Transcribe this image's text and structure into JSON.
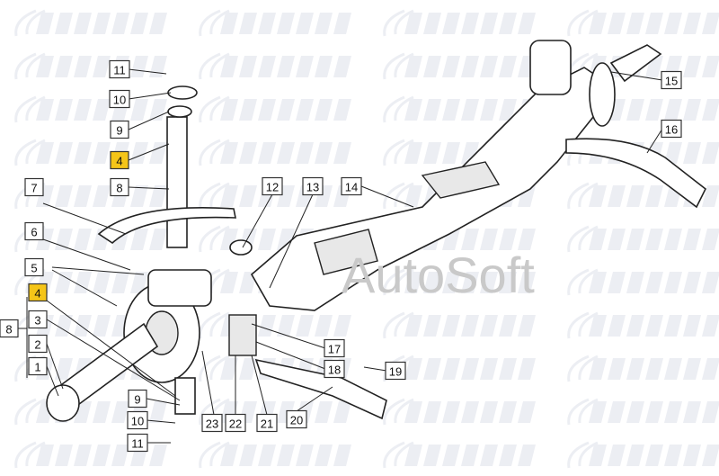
{
  "watermark": {
    "text": "ТРАКТ-ОВ",
    "brand": "AutoSoft"
  },
  "colors": {
    "highlight": "#f5c518",
    "line": "#222222"
  },
  "callouts": [
    {
      "id": "c11a",
      "text": "11",
      "highlight": false
    },
    {
      "id": "c10a",
      "text": "10",
      "highlight": false
    },
    {
      "id": "c9a",
      "text": "9",
      "highlight": false
    },
    {
      "id": "c4a",
      "text": "4",
      "highlight": true
    },
    {
      "id": "c8a",
      "text": "8",
      "highlight": false
    },
    {
      "id": "c7",
      "text": "7",
      "highlight": false
    },
    {
      "id": "c6",
      "text": "6",
      "highlight": false
    },
    {
      "id": "c5",
      "text": "5",
      "highlight": false
    },
    {
      "id": "c4b",
      "text": "4",
      "highlight": true
    },
    {
      "id": "c3",
      "text": "3",
      "highlight": false
    },
    {
      "id": "c8b",
      "text": "8",
      "highlight": false
    },
    {
      "id": "c2",
      "text": "2",
      "highlight": false
    },
    {
      "id": "c1",
      "text": "1",
      "highlight": false
    },
    {
      "id": "c12",
      "text": "12",
      "highlight": false
    },
    {
      "id": "c13",
      "text": "13",
      "highlight": false
    },
    {
      "id": "c14",
      "text": "14",
      "highlight": false
    },
    {
      "id": "c15",
      "text": "15",
      "highlight": false
    },
    {
      "id": "c16",
      "text": "16",
      "highlight": false
    },
    {
      "id": "c17",
      "text": "17",
      "highlight": false
    },
    {
      "id": "c18",
      "text": "18",
      "highlight": false
    },
    {
      "id": "c19",
      "text": "19",
      "highlight": false
    },
    {
      "id": "c20",
      "text": "20",
      "highlight": false
    },
    {
      "id": "c21",
      "text": "21",
      "highlight": false
    },
    {
      "id": "c22",
      "text": "22",
      "highlight": false
    },
    {
      "id": "c23",
      "text": "23",
      "highlight": false
    },
    {
      "id": "c9b",
      "text": "9",
      "highlight": false
    },
    {
      "id": "c10b",
      "text": "10",
      "highlight": false
    },
    {
      "id": "c11b",
      "text": "11",
      "highlight": false
    }
  ]
}
